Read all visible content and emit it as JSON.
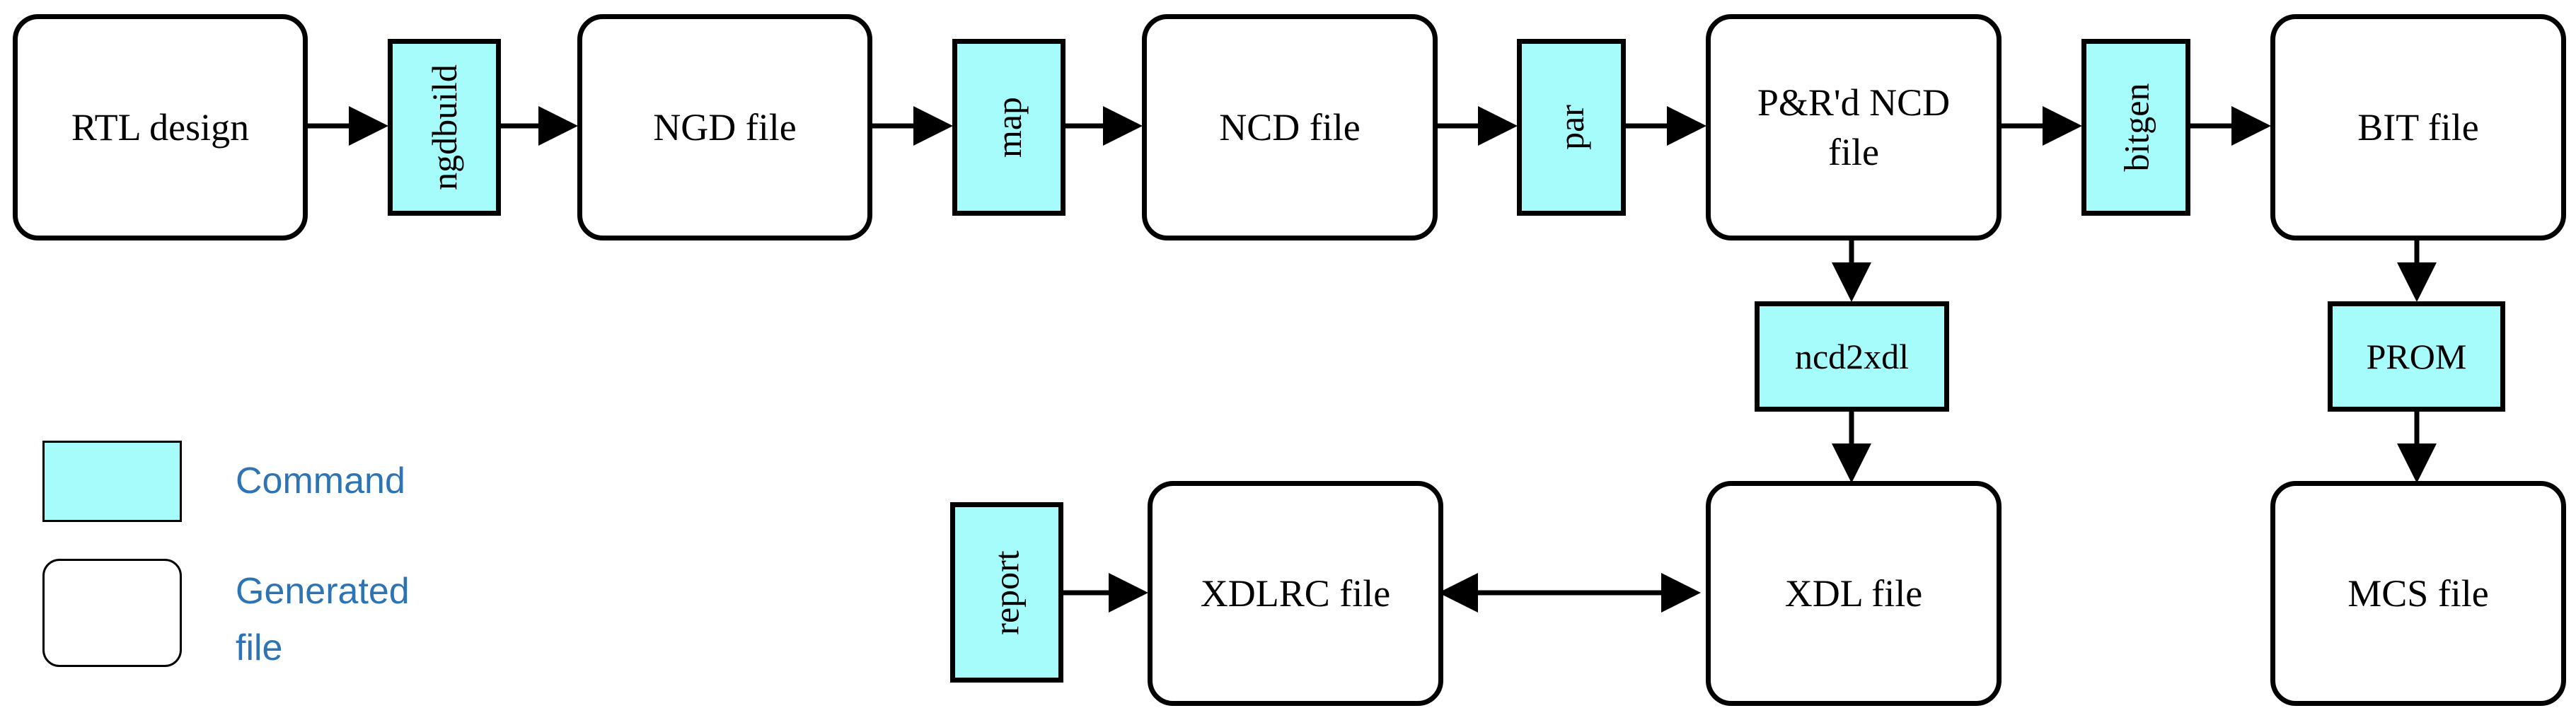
{
  "nodes": {
    "rtl_design": "RTL design",
    "ngdbuild": "ngdbuild",
    "ngd_file": "NGD file",
    "map": "map",
    "ncd_file": "NCD file",
    "par": "par",
    "pr_ncd_file": "P&R'd NCD\nfile",
    "bitgen": "bitgen",
    "bit_file": "BIT file",
    "ncd2xdl": "ncd2xdl",
    "prom": "PROM",
    "report": "report",
    "xdlrc_file": "XDLRC file",
    "xdl_file": "XDL file",
    "mcs_file": "MCS file"
  },
  "legend": {
    "command": "Command",
    "generated_file": "Generated\nfile"
  },
  "colors": {
    "command_fill": "#a6fbfb",
    "file_fill": "#ffffff",
    "stroke": "#000000",
    "legend_text": "#2e74b5"
  }
}
